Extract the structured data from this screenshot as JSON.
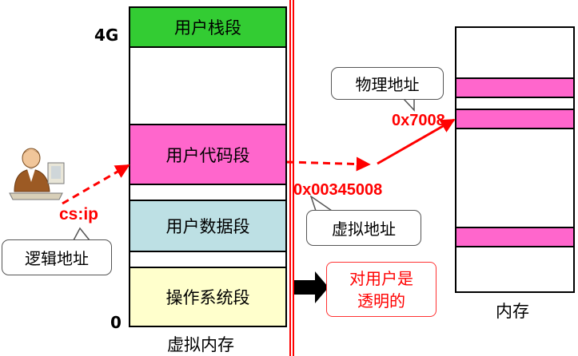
{
  "virtual_memory": {
    "top_label": "4G",
    "bottom_label": "0",
    "caption": "虚拟内存",
    "segments": {
      "stack": "用户栈段",
      "code": "用户代码段",
      "data": "用户数据段",
      "os": "操作系统段"
    }
  },
  "logical_address": {
    "register_text": "cs:ip",
    "label": "逻辑地址"
  },
  "virtual_address": {
    "value": "0x00345008",
    "label": "虚拟地址"
  },
  "physical_address": {
    "value": "0x7008",
    "label": "物理地址"
  },
  "physical_memory": {
    "caption": "内存"
  },
  "transparent_note": "对用户是\n透明的",
  "colors": {
    "stack": "#33cc33",
    "code": "#ff66cc",
    "data": "#bde0e4",
    "os": "#ffffcc",
    "accent": "#ff0000",
    "divider": "#ff0000"
  }
}
